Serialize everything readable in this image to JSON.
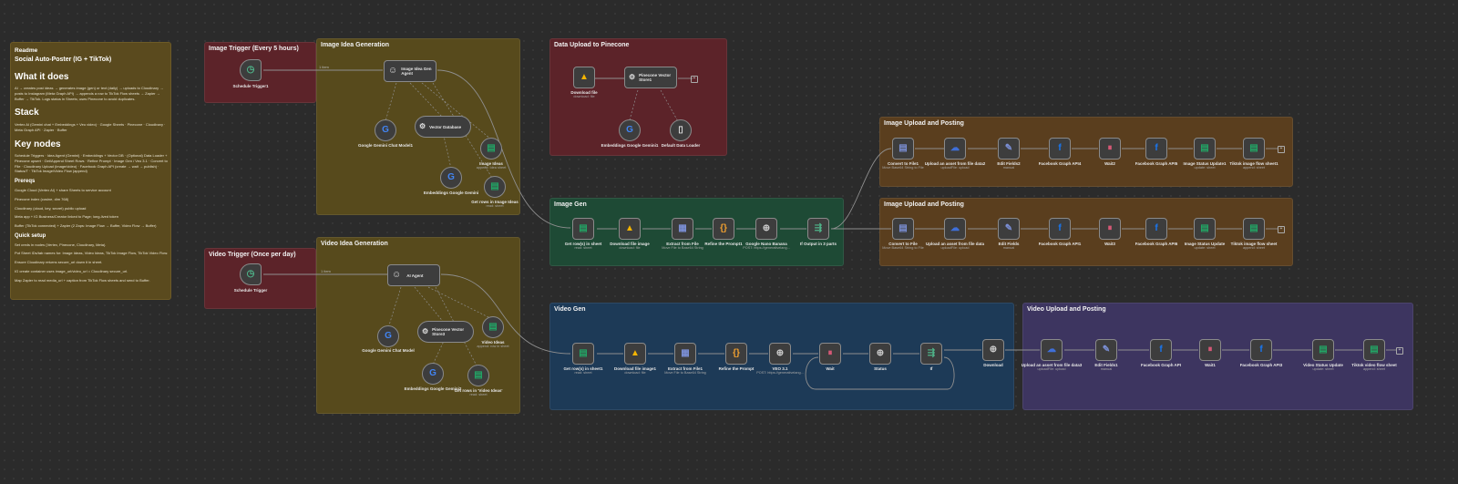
{
  "canvas": {
    "background": "#2b2b2b"
  },
  "colors": {
    "yellow_note": "#5a4a1e",
    "maroon_note": "#5c2329",
    "green_note": "#1e4a35",
    "blue_note": "#1d3a57",
    "purple_note": "#3d3560",
    "brown_note": "#5a3e1e"
  },
  "readme": {
    "title": "Readme",
    "heading": "Social Auto-Poster (IG + TikTok)",
    "what_h": "What it does",
    "what_p": "AI → creates post ideas → generates image (gen) or text (daily) → uploads to Cloudinary → posts to Instagram (Meta Graph API) → appends a row to TikTok Flow sheets → Zapier → Buffer → TikTok. Logs status in Sheets; uses Pinecone to avoid duplicates.",
    "stack_h": "Stack",
    "stack_p": "Vertex AI (Gemini chat + Embeddings + Veo video) · Google Sheets · Pinecone · Cloudinary · Meta Graph API · Zapier · Buffer",
    "key_h": "Key nodes",
    "key_p": "Schedule Triggers · Idea Agent (Gemini) · Embeddings + Vector DB · (Optional) Data Loader + Pinecone upsert · Get/Append Sheet Rows · Refine Prompt · Image Gen / Veo 3.1 · Convert to File · Cloudinary Upload (image/video) · Facebook Graph API (create → wait → publish) · Status/T · TikTok Image/Video Flow (append)",
    "prereq_h": "Prereqs",
    "prereq_1": "Google Cloud (Vertex AI) + share Sheets to service account",
    "prereq_2": "Pinecone index (cosine, dim 768)",
    "prereq_3": "Cloudinary (cloud, key, secret) public upload",
    "prereq_4": "Meta app + IG Business/Creator linked to Page; long-lived token",
    "prereq_5": "Buffer (TikTok connected) + Zapier (2 Zaps: Image Flow → Buffer, Video Flow → Buffer)",
    "quick_h": "Quick setup",
    "quick_1": "Set creds in nodes (Vertex, Pinecone, Cloudinary, Meta).",
    "quick_2": "Put Sheet IDs/tab names for: Image Ideas, Video Ideas, TikTok Image Flow, TikTok Video Flow.",
    "quick_3": "Ensure Cloudinary returns secure_url down it in sheet.",
    "quick_4": "IG create container uses image_url/video_url = Cloudinary secure_url.",
    "quick_5": "Map Zapier to read media_url + caption from TikTok Flow sheets and send to Buffer."
  },
  "notes": {
    "image_trigger": "Image Trigger (Every 5 hours)",
    "image_idea": "Image Idea Generation",
    "video_trigger": "Video Trigger (Once per day)",
    "video_idea": "Video Idea Generation",
    "data_upload": "Data Upload to Pinecone",
    "image_gen": "Image Gen",
    "image_post_1": "Image Upload and Posting",
    "image_post_2": "Image Upload and Posting",
    "video_gen": "Video Gen",
    "video_post": "Video Upload and Posting"
  },
  "nodes": {
    "schedule_trigger1": "Schedule Trigger1",
    "schedule_trigger": "Schedule Trigger",
    "image_idea_agent": "Image Idea Gen Agent",
    "gemini_chat1": "Google Gemini Chat Model1",
    "vector_db": "Vector Database",
    "image_ideas": "Image Ideas",
    "image_ideas_sub": "append: Idea sheet",
    "embeddings_gemini": "Embeddings Google Gemini",
    "get_rows_image": "Get rows in Image Ideas",
    "get_rows_image_sub": "read: sheet",
    "ai_agent": "AI Agent",
    "gemini_chat": "Google Gemini Chat Model",
    "pinecone_store3": "Pinecone Vector Store3",
    "video_ideas": "Video Ideas",
    "video_ideas_sub": "append: row in sheet",
    "embeddings_gemini2": "Embeddings Google Gemini2",
    "get_rows_video": "Get rows in 'Video Ideas'",
    "get_rows_video_sub": "read: sheet",
    "download_file": "Download file",
    "download_file_sub": "download: file",
    "pinecone_store1": "Pinecone Vector Store1",
    "embeddings_gemini1": "Embeddings Google Gemini1",
    "default_loader": "Default Data Loader",
    "get_rows_sheet": "Get row(s) in sheet",
    "get_rows_sheet_sub": "read: sheet",
    "download_image": "Download file image",
    "download_image_sub": "download: file",
    "extract_file": "Extract from File",
    "extract_file_sub": "Move File to Base64 String",
    "refine_prompt1": "Refine the Prompt1",
    "nano_banana": "Google Nano Banana",
    "nano_banana_sub": "POST: https://generativelang...",
    "if_output": "If Output in 3 parts",
    "convert_file1": "Convert to File1",
    "convert_file1_sub": "Move Base64 String to File",
    "upload_asset2": "Upload an asset from file data2",
    "upload_asset2_sub": "uploadFile: upload",
    "edit_fields2": "Edit Fields2",
    "edit_fields2_sub": "manual",
    "fb_graph_api4": "Facebook Graph API4",
    "wait2": "Wait2",
    "fb_graph_api5": "Facebook Graph API5",
    "image_status_update1": "Image Status Update1",
    "image_status_update1_sub": "update: sheet",
    "tiktok_image_flow1": "Tiktok image flow sheet1",
    "tiktok_image_flow1_sub": "append: sheet",
    "convert_file": "Convert to File",
    "convert_file_sub": "Move Base64 String to File",
    "upload_asset": "Upload an asset from file data",
    "upload_asset_sub": "uploadFile: upload",
    "edit_fields": "Edit Fields",
    "edit_fields_sub": "manual",
    "fb_graph_api1": "Facebook Graph API1",
    "wait3": "Wait3",
    "fb_graph_api6": "Facebook Graph API6",
    "image_status_update": "Image Status Update",
    "image_status_update_sub": "update: sheet",
    "tiktok_image_flow": "Tiktok image flow sheet",
    "tiktok_image_flow_sub": "append: sheet",
    "get_rows_sheet1": "Get row(s) in sheet1",
    "get_rows_sheet1_sub": "read: sheet",
    "download_image1": "Download file image1",
    "download_image1_sub": "download: file",
    "extract_file1": "Extract from File1",
    "extract_file1_sub": "Move File to Base64 String",
    "refine_prompt": "Refine the Prompt",
    "veo": "VEO 3.1",
    "veo_sub": "POST: https://generativelang...",
    "wait": "Wait",
    "status": "Status",
    "if": "If",
    "download": "Download",
    "upload_asset3": "Upload an asset from file data3",
    "upload_asset3_sub": "uploadFile: upload",
    "edit_fields1": "Edit Fields1",
    "edit_fields1_sub": "manual",
    "fb_graph_api": "Facebook Graph API",
    "wait1": "Wait1",
    "fb_graph_api3": "Facebook Graph API3",
    "video_status_update": "Video Status Update",
    "video_status_update_sub": "update: sheet",
    "tiktok_video_flow": "Tiktok video flow sheet",
    "tiktok_video_flow_sub": "append: sheet"
  },
  "edge_labels": {
    "items1": "1 item",
    "items2": "1 item"
  }
}
